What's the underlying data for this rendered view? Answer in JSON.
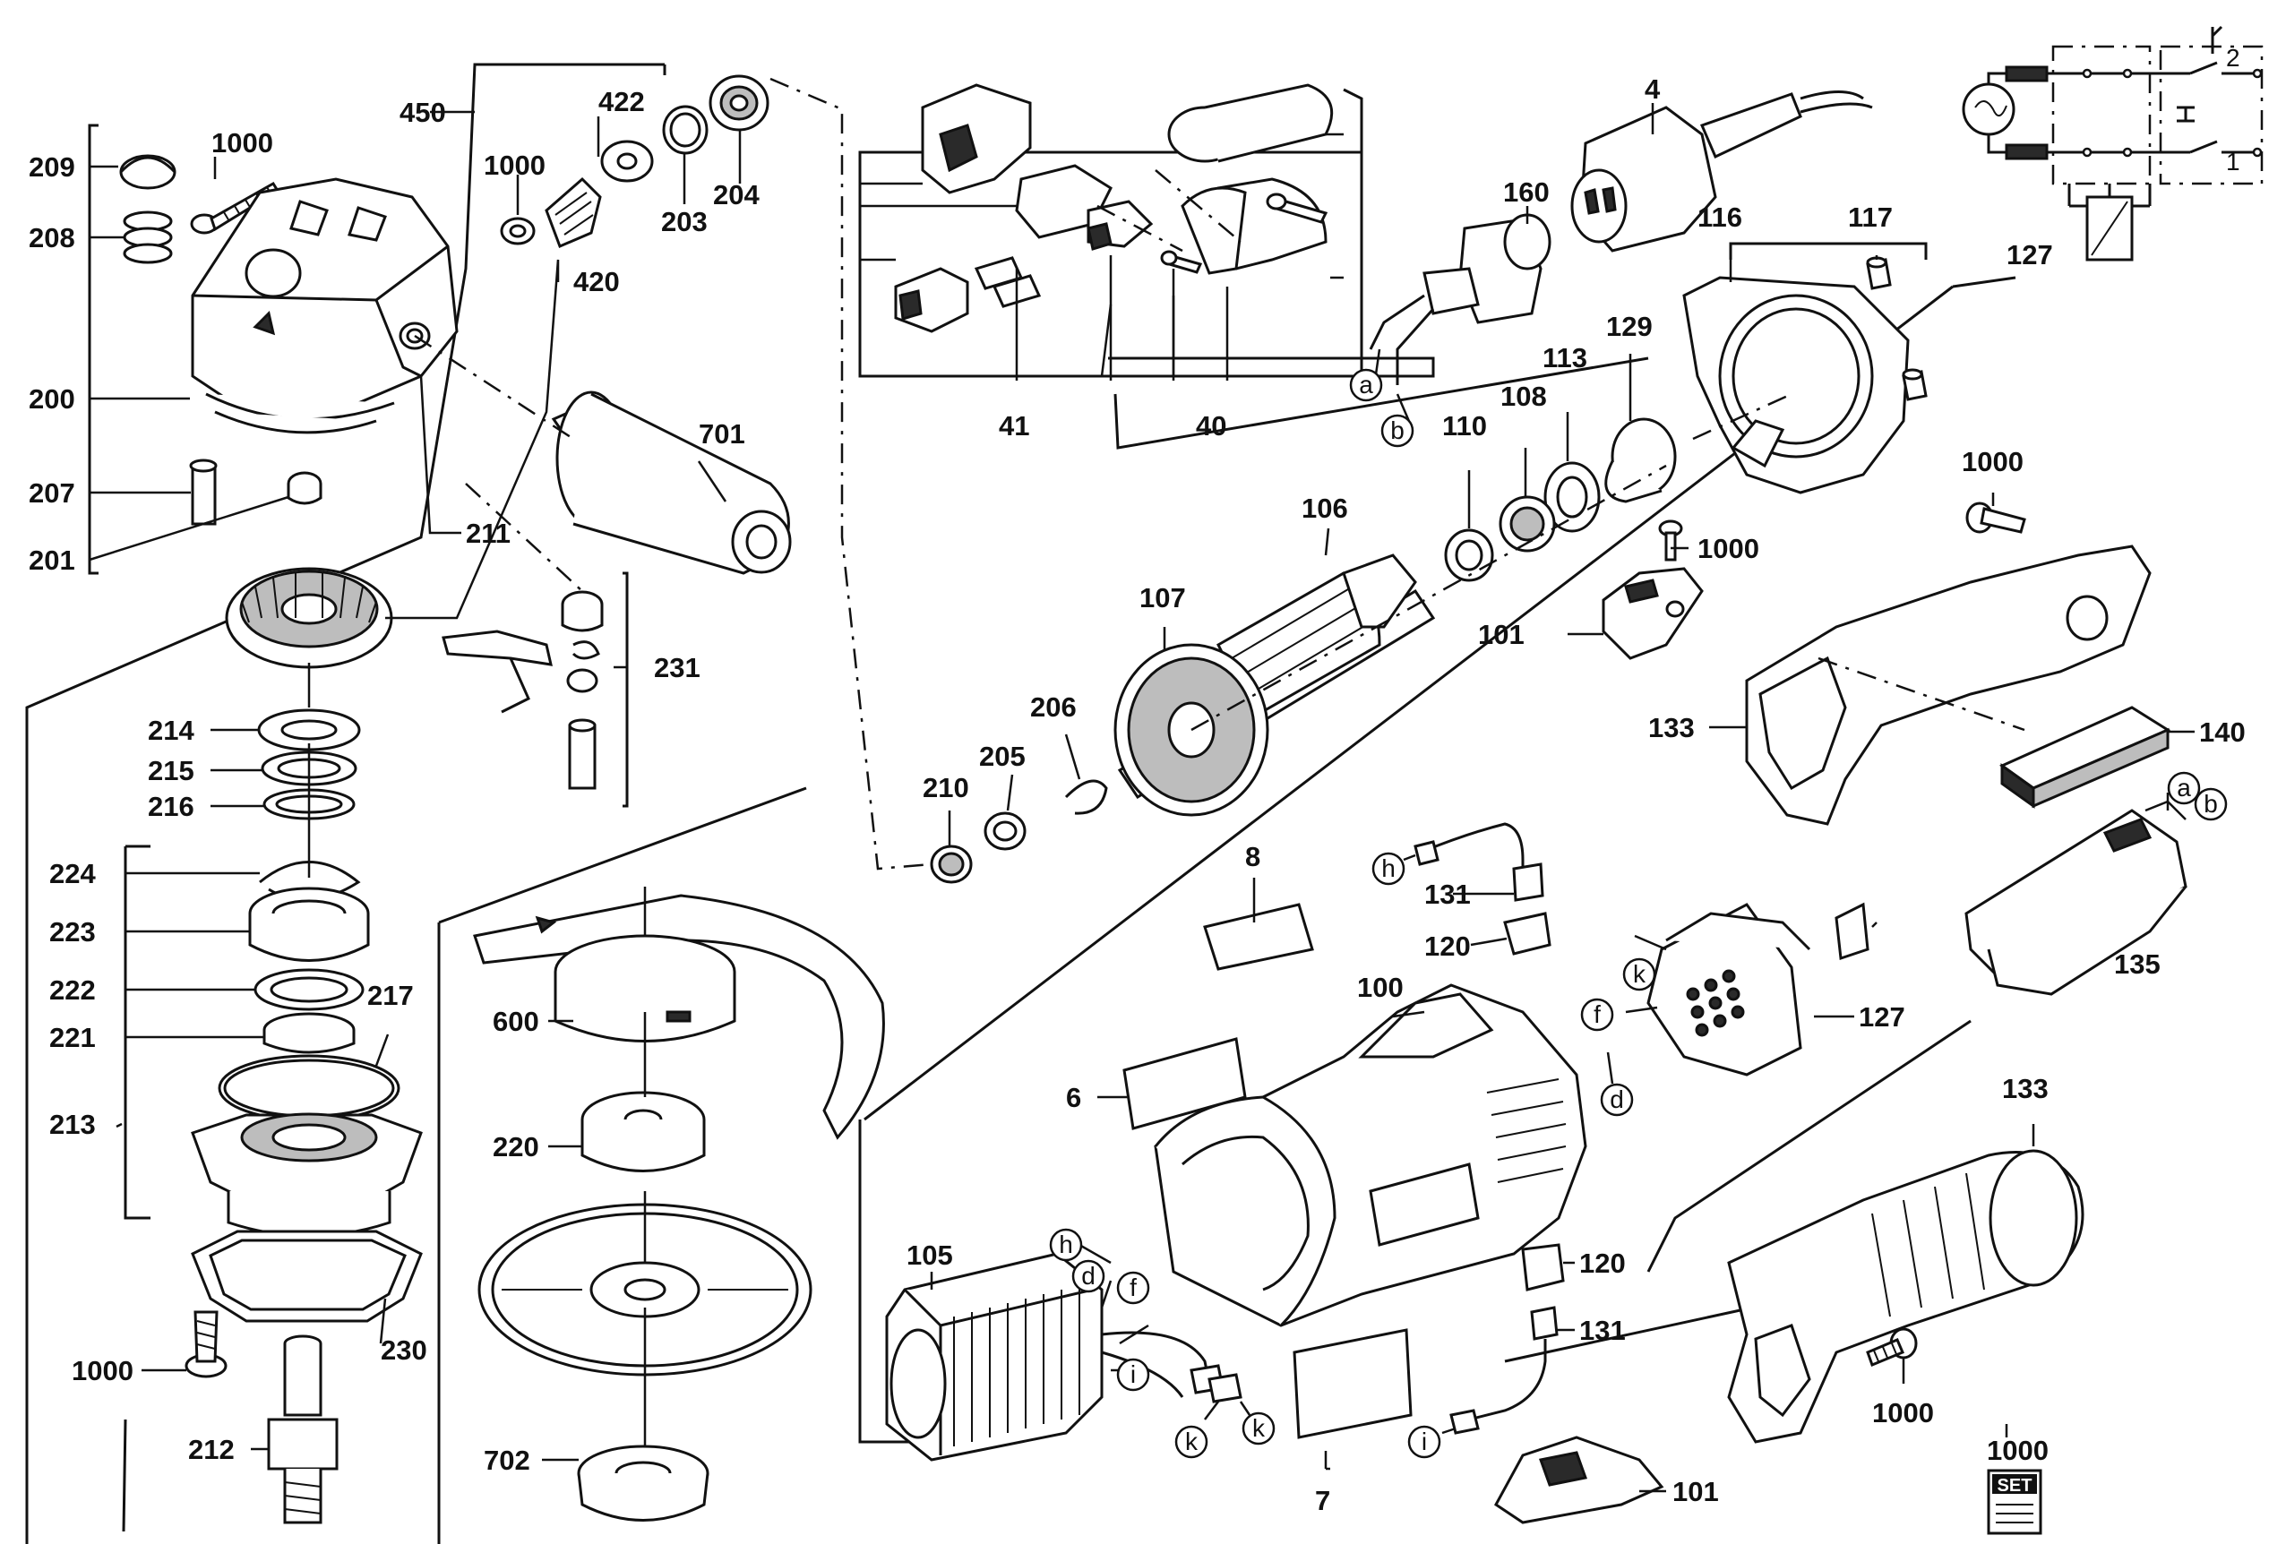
{
  "labels": {
    "l209": "209",
    "l1000_a": "1000",
    "l208": "208",
    "l200": "200",
    "l207": "207",
    "l201": "201",
    "l450": "450",
    "l422": "422",
    "l1000_b": "1000",
    "l203": "203",
    "l204": "204",
    "l420": "420",
    "l211": "211",
    "l701": "701",
    "l231": "231",
    "l214": "214",
    "l215": "215",
    "l216": "216",
    "l224": "224",
    "l223": "223",
    "l222": "222",
    "l221": "221",
    "l217": "217",
    "l213": "213",
    "l230": "230",
    "l1000_c": "1000",
    "l212": "212",
    "l600": "600",
    "l220": "220",
    "l702": "702",
    "l41": "41",
    "l40": "40",
    "l4": "4",
    "l160": "160",
    "l116": "116",
    "l117": "117",
    "l127_a": "127",
    "l129": "129",
    "l113": "113",
    "l108": "108",
    "l110": "110",
    "l106": "106",
    "l107": "107",
    "l1000_d": "1000",
    "l101_a": "101",
    "l206": "206",
    "l205": "205",
    "l210": "210",
    "l1000_e": "1000",
    "l133_a": "133",
    "l140": "140",
    "l135": "135",
    "l8": "8",
    "l131_a": "131",
    "l120_a": "120",
    "l100": "100",
    "l127_b": "127",
    "l6": "6",
    "l105": "105",
    "l120_b": "120",
    "l131_b": "131",
    "l7": "7",
    "l101_b": "101",
    "l133_b": "133",
    "l1000_f": "1000",
    "l1000_g": "1000",
    "schem_1": "1",
    "schem_2": "2"
  },
  "conn": {
    "a1": "a",
    "b1": "b",
    "a2": "a",
    "b2": "b",
    "h1": "h",
    "k1": "k",
    "f1": "f",
    "d1": "d",
    "h2": "h",
    "d2": "d",
    "f2": "f",
    "i1": "i",
    "k2": "k",
    "k3": "k",
    "i2": "i"
  },
  "set_badge": "SET"
}
